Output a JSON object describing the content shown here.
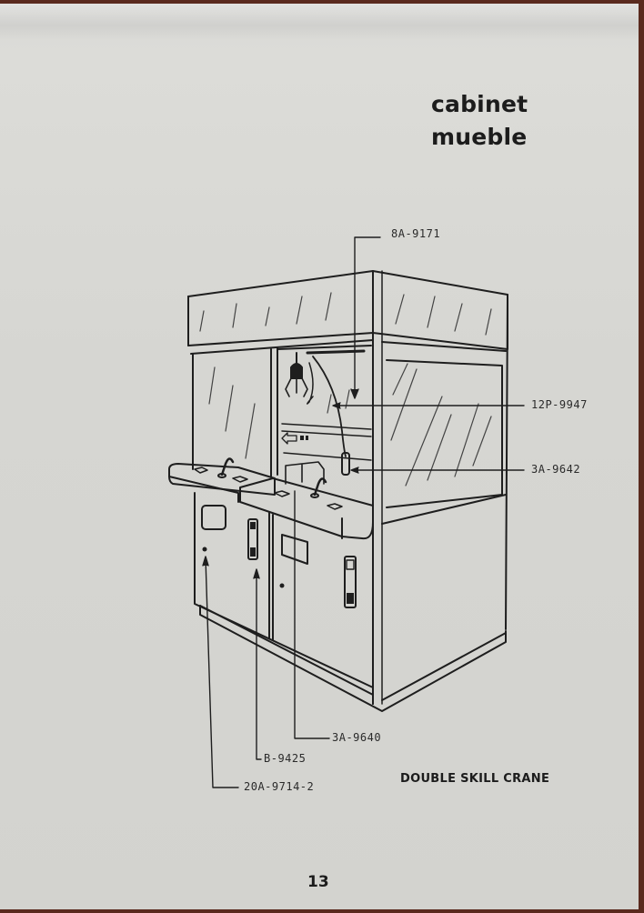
{
  "header": {
    "title_en": "cabinet",
    "title_fr": "mueble"
  },
  "illustration": {
    "subject": "double skill crane cabinet",
    "callouts": [
      {
        "part": "8A-9171"
      },
      {
        "part": "12P-9947"
      },
      {
        "part": "3A-9642"
      },
      {
        "part": "3A-9640"
      },
      {
        "part": "B-9425"
      },
      {
        "part": "20A-9714-2"
      }
    ]
  },
  "caption": "DOUBLE SKILL CRANE",
  "page_number": "13"
}
